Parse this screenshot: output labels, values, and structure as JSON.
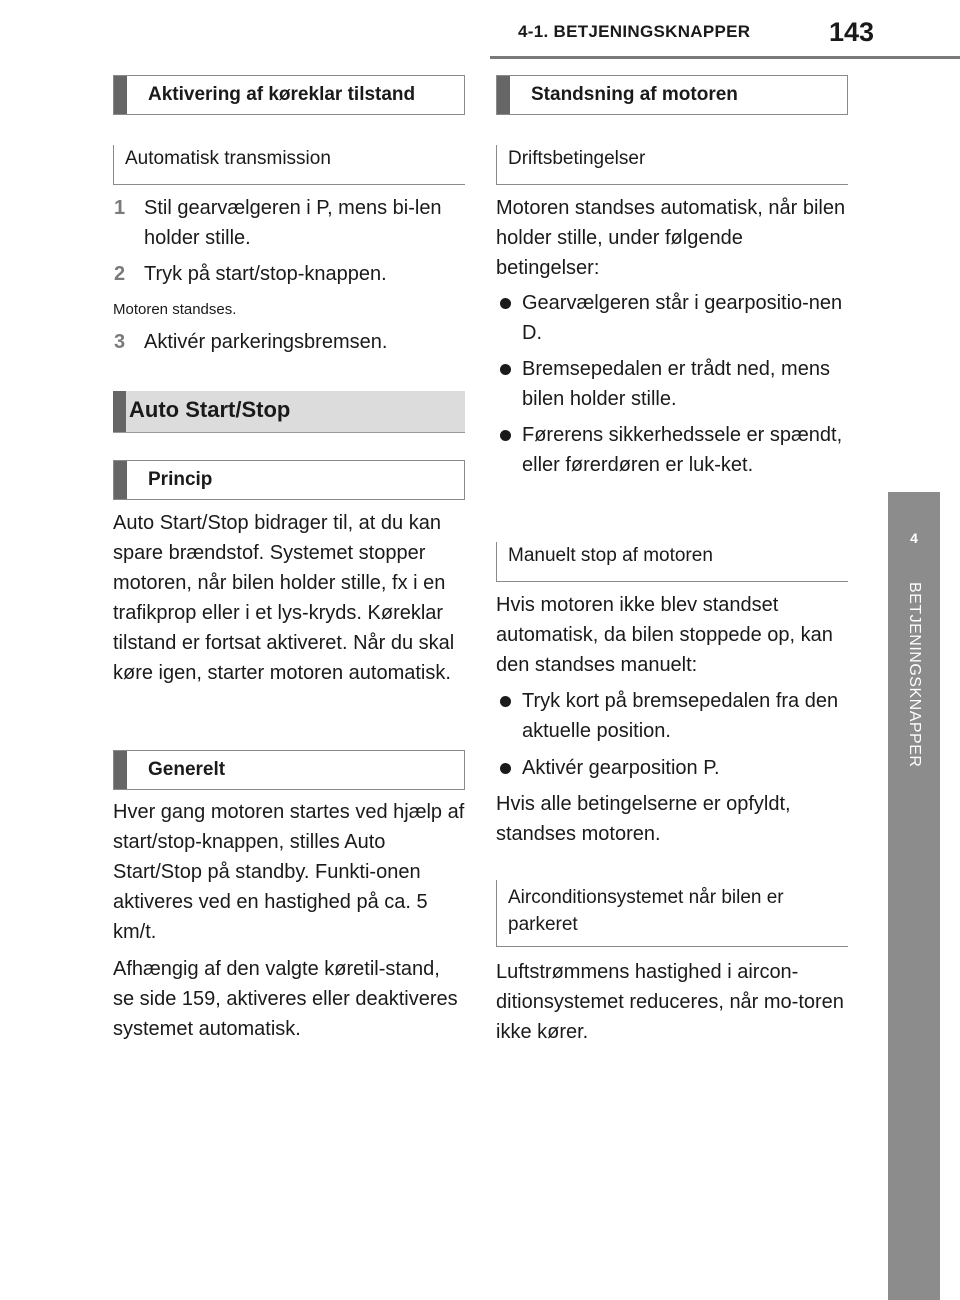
{
  "header": {
    "section": "4-1. BETJENINGSKNAPPER",
    "page_number": "143"
  },
  "side_tab": {
    "number": "4",
    "label": "BETJENINGSKNAPPER"
  },
  "left": {
    "activation_heading": "Aktivering af køreklar tilstand",
    "automatic_subhead": "Automatisk transmission",
    "steps": [
      {
        "num": "1",
        "text": "Stil gearvælgeren i P, mens bi-len holder stille."
      },
      {
        "num": "2",
        "text": "Tryk på start/stop-knappen."
      },
      {
        "num": "3",
        "text": "Aktivér parkeringsbremsen."
      }
    ],
    "engine_stopped_note": "Motoren standses.",
    "autostartstop_heading": "Auto Start/Stop",
    "principle_heading": "Princip",
    "principle_text": "Auto Start/Stop bidrager til, at du kan spare brændstof. Systemet stopper motoren, når bilen holder stille, fx i en trafikprop eller i et lys-kryds. Køreklar tilstand er fortsat aktiveret. Når du skal køre igen, starter motoren automatisk.",
    "general_heading": "Generelt",
    "general_text_1": "Hver gang motoren startes ved hjælp af start/stop-knappen, stilles Auto Start/Stop på standby. Funkti-onen aktiveres ved en hastighed på ca. 5 km/t.",
    "general_text_2": "Afhængig af den valgte køretil-stand, se side 159, aktiveres eller deaktiveres systemet automatisk."
  },
  "right": {
    "stop_heading": "Standsning af motoren",
    "operating_conditions_subhead": "Driftsbetingelser",
    "conditions_intro": "Motoren standses automatisk, når bilen holder stille, under følgende betingelser:",
    "conditions": [
      "Gearvælgeren står i gearpositio-nen D.",
      "Bremsepedalen er trådt ned, mens bilen holder stille.",
      "Førerens sikkerhedssele er spændt, eller førerdøren er luk-ket."
    ],
    "manual_stop_subhead": "Manuelt stop af motoren",
    "manual_intro": "Hvis motoren ikke blev standset automatisk, da bilen stoppede op, kan den standses manuelt:",
    "manual_steps": [
      "Tryk kort på bremsepedalen fra den aktuelle position.",
      "Aktivér gearposition P."
    ],
    "manual_result": "Hvis alle betingelserne er opfyldt, standses motoren.",
    "ac_subhead": "Airconditionsystemet når bilen er parkeret",
    "ac_text": "Luftstrømmens hastighed i aircon-ditionsystemet reduceres, når mo-toren ikke kører."
  }
}
